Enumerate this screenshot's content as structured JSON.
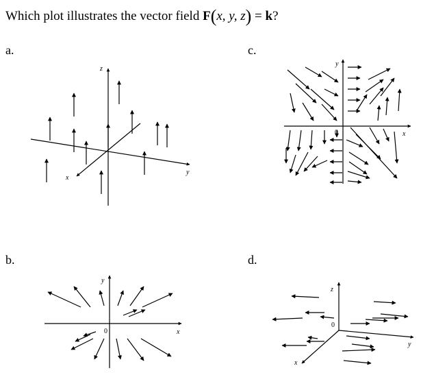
{
  "question": {
    "prefix": "Which plot illustrates the vector field ",
    "func": "F",
    "open_paren": "(",
    "args": "x, y, z",
    "close_paren": ")",
    "equals": " = ",
    "rhs": "k",
    "suffix": "?"
  },
  "options": {
    "a": {
      "label": "a.",
      "axis_labels": {
        "z": "z",
        "x": "x",
        "y": "y"
      }
    },
    "b": {
      "label": "b.",
      "axis_labels": {
        "y": "y",
        "x": "x",
        "origin": "0"
      }
    },
    "c": {
      "label": "c.",
      "axis_labels": {
        "y": "y",
        "x": "x",
        "origin": "0"
      }
    },
    "d": {
      "label": "d.",
      "axis_labels": {
        "z": "z",
        "x": "x",
        "y": "y",
        "origin": "0"
      }
    }
  }
}
